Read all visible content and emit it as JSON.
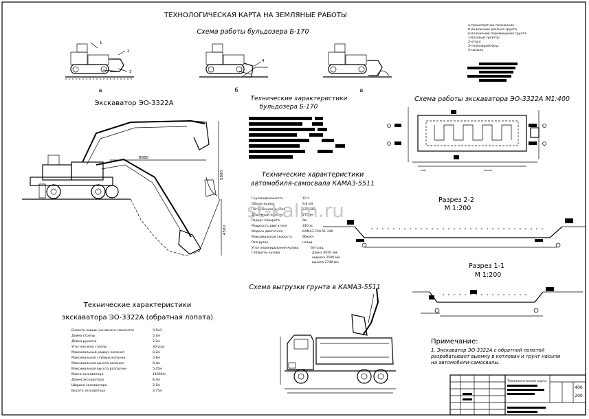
{
  "sheet": {
    "main_title": "ТЕХНОЛОГИЧЕСКАЯ КАРТА НА ЗЕМЛЯНЫЕ РАБОТЫ",
    "watermark": "st-kalm.ru"
  },
  "bulldozer": {
    "title": "Схема работы бульдозера Б-170",
    "panel_labels": [
      "а",
      "б",
      "в"
    ],
    "callouts": [
      "1",
      "2",
      "3",
      "4"
    ],
    "legend": [
      "а-транспортное положение",
      "б-положение резания грунта",
      "в-положение перемещения грунта",
      "1-базовый трактор",
      "2-отвал",
      "3-толкающий брус",
      "4-насыпь"
    ],
    "specs_title_1": "Технические характеристики",
    "specs_title_2": "бульдозера Б-170"
  },
  "excavator": {
    "title": "Экскаватор ЭО-3322А",
    "dims": [
      "8880",
      "5800",
      "4500"
    ],
    "specs_title_1": "Технические характеристики",
    "specs_title_2": "экскаватора ЭО-3322А (обратная лопата)",
    "specs": [
      {
        "k": "Емкость ковша (основного сменного)",
        "v": "0,5м3"
      },
      {
        "k": "Длина стрелы",
        "v": "5,1м"
      },
      {
        "k": "Длина рукояти",
        "v": "2,2м"
      },
      {
        "k": "Угол наклона стрелы",
        "v": "30град"
      },
      {
        "k": "Максимальный радиус копания",
        "v": "8,2м"
      },
      {
        "k": "Максимальная глубина копания",
        "v": "5,6м"
      },
      {
        "k": "Максимальная высота копания",
        "v": "8,4м"
      },
      {
        "k": "Максимальная высота разгрузки",
        "v": "5,45м"
      },
      {
        "k": "Масса экскаватора",
        "v": "14000кг"
      },
      {
        "k": "Длина экскаватора",
        "v": "8,3м"
      },
      {
        "k": "Ширина экскаватора",
        "v": "2,5м"
      },
      {
        "k": "Высота экскаватора",
        "v": "3,75м"
      }
    ]
  },
  "kamaz": {
    "specs_title_1": "Технические характеристики",
    "specs_title_2": "автомобиля-самосвала КАМАЗ-5511",
    "specs": [
      {
        "k": "Грузоподъемность",
        "v": "10 т"
      },
      {
        "k": "Объем кузова",
        "v": "6,6 м3"
      },
      {
        "k": "Погрузочная высота",
        "v": "2200мм"
      },
      {
        "k": "Дорожный просвет",
        "v": "270мм"
      },
      {
        "k": "Радиус поворота",
        "v": "9м"
      },
      {
        "k": "Мощность двигателя",
        "v": "240 лс"
      },
      {
        "k": "Модель двигателя",
        "v": "КАМАЗ-740.51-240"
      },
      {
        "k": "Максимальная скорость",
        "v": "90км/ч"
      },
      {
        "k": "Разгрузка",
        "v": "назад"
      },
      {
        "k": "Угол опрокидывания кузова",
        "v": "60 град"
      }
    ],
    "dims_title": "Габариты кузова",
    "dims": [
      "длина 6650 мм",
      "ширина 2500 мм",
      "высота 2740 мм"
    ],
    "unload_title": "Схема выгрузки грунта в КАМАЗ-5511"
  },
  "pit": {
    "title": "Схема работы экскаватора ЭО-3322А М1:400"
  },
  "sections": {
    "s22_title": "Разрез 2-2",
    "s22_scale": "М 1:200",
    "s11_title": "Разрез 1-1",
    "s11_scale": "М 1:200"
  },
  "notes": {
    "title": "Примечание:",
    "text": [
      "1. Экскаватор ЭО-3322А с обратной лопатой",
      "разрабатывает выемку в котлован и грунт насыпи",
      "на автомобили-самосвалы."
    ]
  },
  "stamp": {
    "sheet_title": "Технологическая карта",
    "sheet_no": "400",
    "sheet_total": "200"
  }
}
